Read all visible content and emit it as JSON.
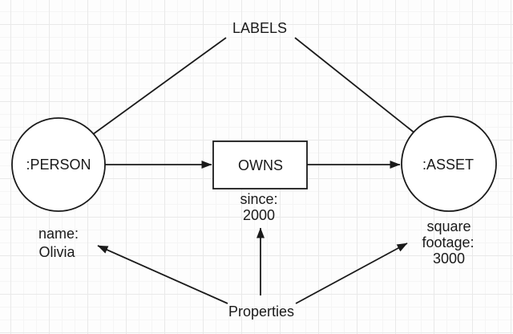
{
  "annotations": {
    "labels_title": "LABELS",
    "properties_title": "Properties"
  },
  "nodes": {
    "person": {
      "label": ":PERSON",
      "shape": "circle"
    },
    "relationship": {
      "label": "OWNS",
      "shape": "rectangle"
    },
    "asset": {
      "label": ":ASSET",
      "shape": "circle"
    }
  },
  "property_labels": {
    "person": {
      "line1": "name:",
      "line2": "Olivia"
    },
    "relationship": {
      "line1": "since:",
      "line2": "2000"
    },
    "asset": {
      "line1": "square",
      "line2": "footage:",
      "line3": "3000"
    }
  },
  "colors": {
    "stroke": "#1a1a1a",
    "text": "#1a1a1a",
    "shape_fill": "#ffffff",
    "background": "#fdfdfd",
    "grid_minor": "#f5f5f5",
    "grid_major": "#e9e9e9"
  }
}
